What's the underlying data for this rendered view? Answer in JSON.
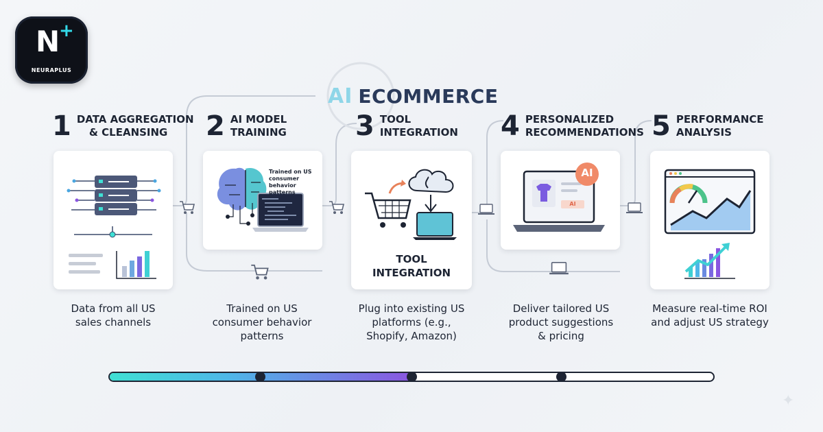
{
  "logo": {
    "name": "NEURAPLUS",
    "letter": "N",
    "plus": "+"
  },
  "brand": {
    "ai": "AI",
    "text": "ECOMMERCE"
  },
  "steps": [
    {
      "number": "1",
      "title_line1": "DATA AGGREGATION",
      "title_line2": "& CLEANSING",
      "description_line1": "Data from all US",
      "description_line2": "sales channels",
      "description_line3": ""
    },
    {
      "number": "2",
      "title_line1": "AI MODEL",
      "title_line2": "TRAINING",
      "description_line1": "Trained on US",
      "description_line2": "consumer behavior",
      "description_line3": "patterns",
      "card_note": "Trained on US consumer behavior patterns"
    },
    {
      "number": "3",
      "title_line1": "TOOL",
      "title_line2": "INTEGRATION",
      "description_line1": "Plug into existing US",
      "description_line2": "platforms (e.g.,",
      "description_line3": "Shopify, Amazon)",
      "card_label_line1": "TOOL",
      "card_label_line2": "INTEGRATION"
    },
    {
      "number": "4",
      "title_line1": "PERSONALIZED",
      "title_line2": "RECOMMENDATIONS",
      "description_line1": "Deliver tailored US",
      "description_line2": "product suggestions",
      "description_line3": "& pricing",
      "badge": "AI",
      "tag": "AI"
    },
    {
      "number": "5",
      "title_line1": "PERFORMANCE",
      "title_line2": "ANALYSIS",
      "description_line1": "Measure real-time ROI",
      "description_line2": "and adjust US strategy",
      "description_line3": ""
    }
  ],
  "progress": {
    "fill_fraction": 0.5,
    "markers": [
      0.25,
      0.5,
      0.747
    ]
  },
  "colors": {
    "dark": "#1d2433",
    "teal": "#3fe0d4",
    "purple": "#8a56e0",
    "connector": "#c3c9d3"
  }
}
